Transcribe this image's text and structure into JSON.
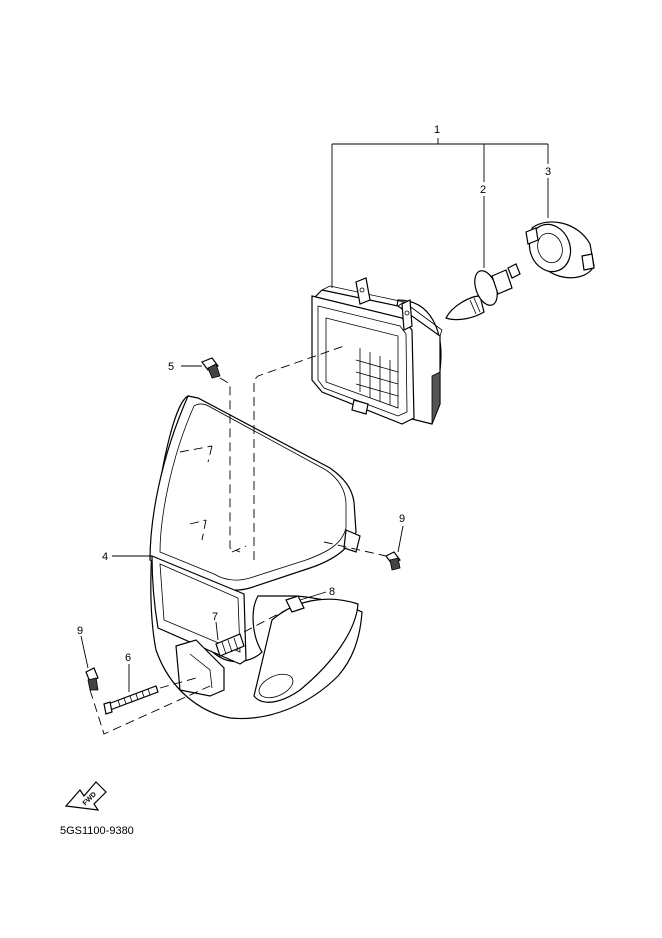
{
  "callouts": {
    "c1": "1",
    "c2": "2",
    "c3": "3",
    "c4": "4",
    "c5": "5",
    "c6": "6",
    "c7": "7",
    "c8": "8",
    "c9a": "9",
    "c9b": "9"
  },
  "fwd_label": "FWD",
  "diagram_code": "5GS1100-9380"
}
